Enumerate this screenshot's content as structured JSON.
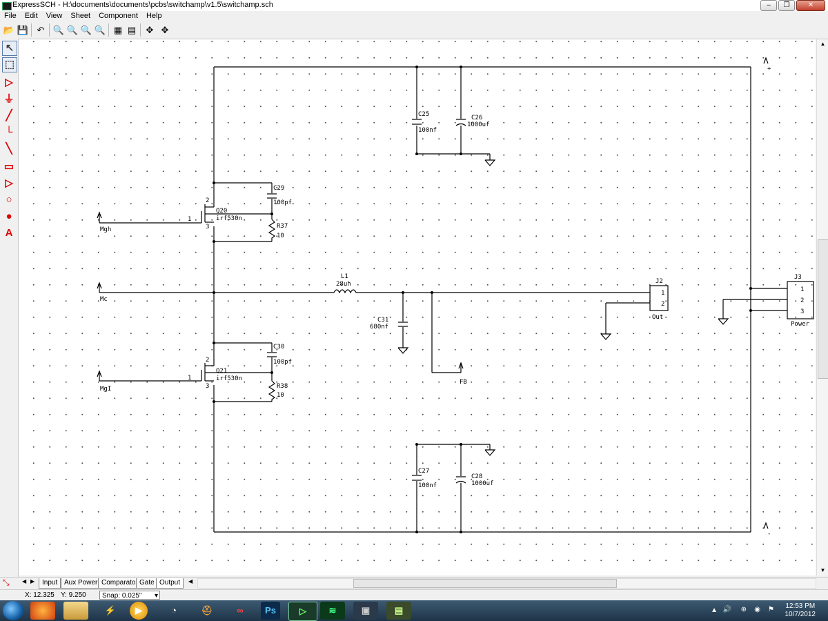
{
  "window": {
    "title": "ExpressSCH - H:\\documents\\documents\\pcbs\\switchamp\\v1.5\\switchamp.sch"
  },
  "menu": [
    "File",
    "Edit",
    "View",
    "Sheet",
    "Component",
    "Help"
  ],
  "schematic": {
    "C25": {
      "ref": "C25",
      "value": "100nf"
    },
    "C26": {
      "ref": "C26",
      "value": "1000uf"
    },
    "C29": {
      "ref": "C29",
      "value": "100pf"
    },
    "R37": {
      "ref": "R37",
      "value": "10"
    },
    "Q20": {
      "ref": "Q20",
      "value": "irf530n"
    },
    "L1": {
      "ref": "L1",
      "value": "28uh"
    },
    "C31": {
      "ref": "C31",
      "value": "680nf"
    },
    "J2": {
      "ref": "J2",
      "label": "Out"
    },
    "J3": {
      "ref": "J3",
      "label": "Power"
    },
    "C30": {
      "ref": "C30",
      "value": "100pf"
    },
    "R38": {
      "ref": "R38",
      "value": "10"
    },
    "Q21": {
      "ref": "Q21",
      "value": "irf530n"
    },
    "C27": {
      "ref": "C27",
      "value": "100nf"
    },
    "C28": {
      "ref": "C28",
      "value": "1000uf"
    },
    "ports": {
      "mgh": "Mgh",
      "mc": "Mc",
      "mgl": "MgI",
      "fb": "FB"
    },
    "pins": {
      "p1": "1",
      "p2": "2",
      "p3": "3"
    },
    "rail_pos": "+",
    "rail_neg": "-"
  },
  "tabs": [
    "Input",
    "Aux Power",
    "Comparator",
    "Gate",
    "Output"
  ],
  "active_tab": "Output",
  "status": {
    "x": "X: 12.325",
    "y": "Y: 9.250",
    "snap": "Snap:  0.025\""
  },
  "clock": {
    "time": "12:53 PM",
    "date": "10/7/2012"
  },
  "taskbar_items": [
    "start-button",
    "firefox",
    "file-explorer",
    "winamp-like",
    "media-player",
    "live-app",
    "trojan-app",
    "infinity-app",
    "photoshop",
    "expresssch",
    "expresspcb",
    "window-manager",
    "image-app"
  ]
}
